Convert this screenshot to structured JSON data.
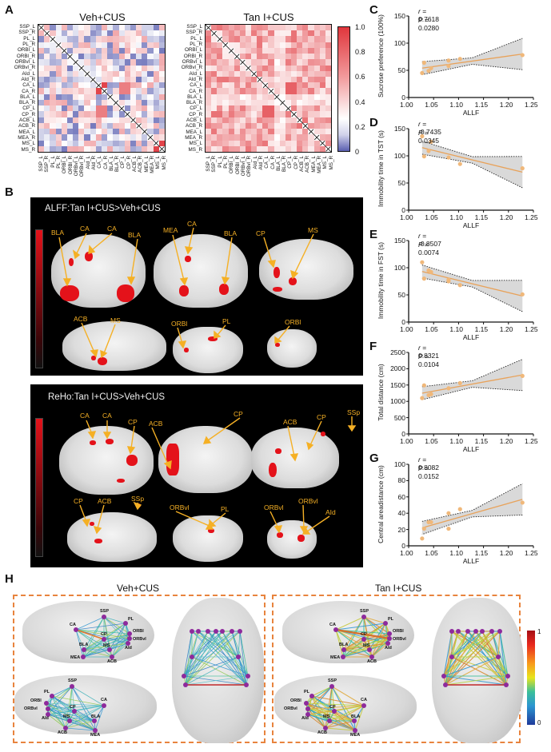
{
  "figure": {
    "panels": {
      "A": "A",
      "B": "B",
      "C": "C",
      "D": "D",
      "E": "E",
      "F": "F",
      "G": "G",
      "H": "H"
    }
  },
  "panel_a": {
    "heatmaps": [
      {
        "title": "Veh+CUS"
      },
      {
        "title": "Tan I+CUS"
      }
    ],
    "regions": [
      "SSP_L",
      "SSP_R",
      "PL_L",
      "PL_R",
      "ORBl_L",
      "ORBl_R",
      "ORBvl_L",
      "ORBvl_R",
      "AId_L",
      "AId_R",
      "CA_L",
      "CA_R",
      "BLA_L",
      "BLA_R",
      "CP_L",
      "CP_R",
      "ACB_L",
      "ACB_R",
      "MEA_L",
      "MEA_R",
      "MS_L",
      "MS_R"
    ],
    "colorbar": {
      "ticks": [
        "1.0",
        "0.8",
        "0.6",
        "0.4",
        "0.2",
        "0"
      ],
      "low_color": "#5a5fb0",
      "mid_color": "#ffffff",
      "high_color": "#e0363c"
    }
  },
  "panel_b": {
    "alff": {
      "title": "ALFF:Tan I+CUS>Veh+CUS",
      "labels": [
        "BLA",
        "CA",
        "CA",
        "BLA",
        "MEA",
        "CA",
        "BLA",
        "CP",
        "MS",
        "ACB",
        "MS",
        "ORBl",
        "PL",
        "ORBl"
      ]
    },
    "reho": {
      "title": "ReHo:Tan I+CUS>Veh+CUS",
      "labels": [
        "CA",
        "CA",
        "CP",
        "ACB",
        "CP",
        "ACB",
        "CP",
        "SSp",
        "CP",
        "ACB",
        "SSp",
        "ORBvl",
        "PL",
        "ORBvl",
        "ORBvl",
        "AId"
      ]
    }
  },
  "chart_data": [
    {
      "panel": "A-left",
      "type": "heatmap",
      "title": "Veh+CUS",
      "x_categories": [
        "SSP_L",
        "SSP_R",
        "PL_L",
        "PL_R",
        "ORBl_L",
        "ORBl_R",
        "ORBvl_L",
        "ORBvl_R",
        "AId_L",
        "AId_R",
        "CA_L",
        "CA_R",
        "BLA_L",
        "BLA_R",
        "CP_L",
        "CP_R",
        "ACB_L",
        "ACB_R",
        "MEA_L",
        "MEA_R",
        "MS_L",
        "MS_R"
      ],
      "y_categories": [
        "SSP_L",
        "SSP_R",
        "PL_L",
        "PL_R",
        "ORBl_L",
        "ORBl_R",
        "ORBvl_L",
        "ORBvl_R",
        "AId_L",
        "AId_R",
        "CA_L",
        "CA_R",
        "BLA_L",
        "BLA_R",
        "CP_L",
        "CP_R",
        "ACB_L",
        "ACB_R",
        "MEA_L",
        "MEA_R",
        "MS_L",
        "MS_R"
      ],
      "value_range": [
        0,
        1.0
      ],
      "note": "mixed weak correlations (~0.1-0.6); strong CA_L-CA_R, CP-CA, MS_L-MS_R"
    },
    {
      "panel": "A-right",
      "type": "heatmap",
      "title": "Tan I+CUS",
      "x_categories": [
        "SSP_L",
        "SSP_R",
        "PL_L",
        "PL_R",
        "ORBl_L",
        "ORBl_R",
        "ORBvl_L",
        "ORBvl_R",
        "AId_L",
        "AId_R",
        "CA_L",
        "CA_R",
        "BLA_L",
        "BLA_R",
        "CP_L",
        "CP_R",
        "ACB_L",
        "ACB_R",
        "MEA_L",
        "MEA_R",
        "MS_L",
        "MS_R"
      ],
      "y_categories": [
        "SSP_L",
        "SSP_R",
        "PL_L",
        "PL_R",
        "ORBl_L",
        "ORBl_R",
        "ORBvl_L",
        "ORBvl_R",
        "AId_L",
        "AId_R",
        "CA_L",
        "CA_R",
        "BLA_L",
        "BLA_R",
        "CP_L",
        "CP_R",
        "ACB_L",
        "ACB_R",
        "MEA_L",
        "MEA_R",
        "MS_L",
        "MS_R"
      ],
      "value_range": [
        0,
        1.0
      ],
      "note": "mostly positive correlations (~0.4-0.8)"
    },
    {
      "panel": "C",
      "type": "scatter",
      "xlabel": "ALLF",
      "ylabel": "Sucrose preference (100%)",
      "xlim": [
        1.0,
        1.25
      ],
      "ylim": [
        0,
        150
      ],
      "xticks": [
        "1.00",
        "1.05",
        "1.10",
        "1.15",
        "1.20",
        "1.25"
      ],
      "yticks": [
        "0",
        "50",
        "100",
        "150"
      ],
      "r": "0.7618",
      "P": "0.0280",
      "x": [
        1.027,
        1.031,
        1.04,
        1.045,
        1.08,
        1.08,
        1.103,
        1.228
      ],
      "y": [
        45,
        64,
        49,
        54,
        68,
        58,
        71,
        78
      ],
      "fit": {
        "x0": 1.027,
        "y0": 54,
        "x1": 1.228,
        "y1": 80
      }
    },
    {
      "panel": "D",
      "type": "scatter",
      "xlabel": "ALLF",
      "ylabel": "Immobility time in TST (s)",
      "xlim": [
        1.0,
        1.25
      ],
      "ylim": [
        0,
        150
      ],
      "xticks": [
        "1.00",
        "1.05",
        "1.10",
        "1.15",
        "1.20",
        "1.25"
      ],
      "yticks": [
        "0",
        "50",
        "100",
        "150"
      ],
      "r": "-0.7435",
      "P": "0.0345",
      "x": [
        1.027,
        1.031,
        1.04,
        1.045,
        1.08,
        1.103,
        1.228
      ],
      "y": [
        136,
        99,
        109,
        126,
        97,
        85,
        77
      ],
      "fit": {
        "x0": 1.027,
        "y0": 115,
        "x1": 1.228,
        "y1": 70
      }
    },
    {
      "panel": "E",
      "type": "scatter",
      "xlabel": "ALLF",
      "ylabel": "Immobility time in FST (s)",
      "xlim": [
        1.0,
        1.25
      ],
      "ylim": [
        0,
        150
      ],
      "xticks": [
        "1.00",
        "1.05",
        "1.10",
        "1.15",
        "1.20",
        "1.25"
      ],
      "yticks": [
        "0",
        "50",
        "100",
        "150"
      ],
      "r": "-0.8507",
      "P": "0.0074",
      "x": [
        1.027,
        1.031,
        1.04,
        1.045,
        1.08,
        1.08,
        1.103,
        1.228
      ],
      "y": [
        110,
        80,
        95,
        92,
        78,
        75,
        68,
        51
      ],
      "fit": {
        "x0": 1.027,
        "y0": 93,
        "x1": 1.228,
        "y1": 48
      }
    },
    {
      "panel": "F",
      "type": "scatter",
      "xlabel": "ALLF",
      "ylabel": "Total distance (cm)",
      "xlim": [
        1.0,
        1.25
      ],
      "ylim": [
        0,
        2500
      ],
      "xticks": [
        "1.00",
        "1.05",
        "1.10",
        "1.15",
        "1.20",
        "1.25"
      ],
      "yticks": [
        "0",
        "500",
        "1000",
        "1500",
        "2000",
        "2500"
      ],
      "r": "0.8321",
      "P": "0.0104",
      "x": [
        1.027,
        1.031,
        1.04,
        1.045,
        1.08,
        1.103,
        1.228
      ],
      "y": [
        1100,
        1490,
        1190,
        1220,
        1400,
        1560,
        1780
      ],
      "fit": {
        "x0": 1.027,
        "y0": 1250,
        "x1": 1.228,
        "y1": 1810
      }
    },
    {
      "panel": "G",
      "type": "scatter",
      "xlabel": "ALLF",
      "ylabel": "Central areadistance (cm)",
      "xlim": [
        1.0,
        1.25
      ],
      "ylim": [
        0,
        100
      ],
      "xticks": [
        "1.00",
        "1.05",
        "1.10",
        "1.15",
        "1.20",
        "1.25"
      ],
      "yticks": [
        "0",
        "20",
        "40",
        "60",
        "80",
        "100"
      ],
      "r": "0.8082",
      "P": "0.0152",
      "x": [
        1.027,
        1.031,
        1.04,
        1.045,
        1.08,
        1.08,
        1.103,
        1.228
      ],
      "y": [
        9,
        21,
        29,
        29,
        40,
        21,
        45,
        53
      ],
      "fit": {
        "x0": 1.027,
        "y0": 22,
        "x1": 1.228,
        "y1": 57
      }
    }
  ],
  "scatter_text": {
    "C": {
      "r": "r = 0.7618",
      "p": "P = 0.0280",
      "ylabel": "Sucrose preference (100%)",
      "xlabel": "ALLF"
    },
    "D": {
      "r": "r = -0.7435",
      "p": "P = 0.0345",
      "ylabel": "Immobility time in TST (s)",
      "xlabel": "ALLF"
    },
    "E": {
      "r": "r = -0.8507",
      "p": "P = 0.0074",
      "ylabel": "Immobility time in FST (s)",
      "xlabel": "ALLF"
    },
    "F": {
      "r": "r = 0.8321",
      "p": "P = 0.0104",
      "ylabel": "Total distance (cm)",
      "xlabel": "ALLF"
    },
    "G": {
      "r": "r = 0.8082",
      "p": "P = 0.0152",
      "ylabel": "Central areadistance (cm)",
      "xlabel": "ALLF"
    }
  },
  "panel_h": {
    "groups": [
      {
        "title": "Veh+CUS"
      },
      {
        "title": "Tan I+CUS"
      }
    ],
    "node_labels_top": [
      "SSP",
      "PL",
      "CA",
      "CP",
      "ORBl",
      "ORBvl",
      "AId",
      "BLA",
      "MS",
      "MEA",
      "ACB"
    ],
    "node_labels_bottom": [
      "SSP",
      "PL",
      "ORBl",
      "ORBvl",
      "AId",
      "CP",
      "CA",
      "BLA",
      "MS",
      "ACB",
      "MEA"
    ],
    "colorbar": {
      "max": "1",
      "min": "0"
    },
    "dash_color": "#e8843e"
  }
}
